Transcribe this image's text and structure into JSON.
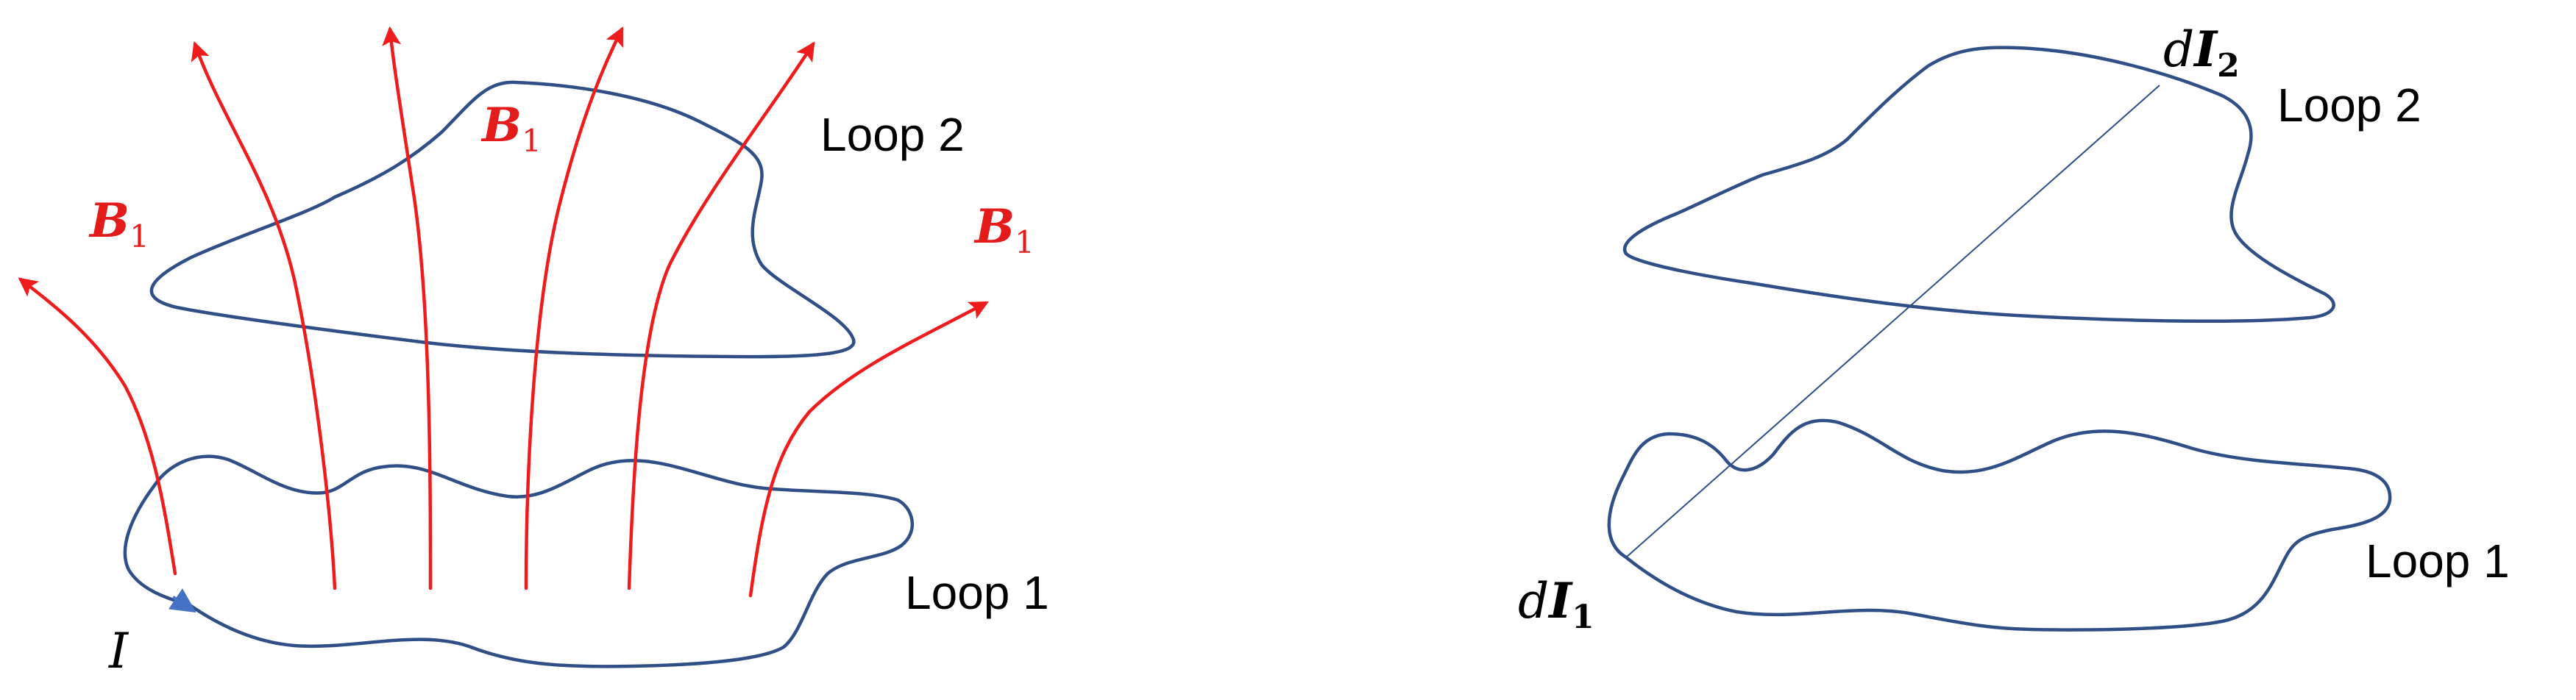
{
  "left_panel": {
    "loop1_label": "Loop 1",
    "loop2_label": "Loop 2",
    "current_label": "I",
    "field_label": {
      "symbol": "B",
      "subscript": "1"
    },
    "colors": {
      "loop": "#2f4f86",
      "field": "#ee1c1c",
      "text": "#000000"
    }
  },
  "right_panel": {
    "loop1_label": "Loop 1",
    "loop2_label": "Loop 2",
    "element1": {
      "d": "d",
      "symbol": "I",
      "subscript": "1"
    },
    "element2": {
      "d": "d",
      "symbol": "I",
      "subscript": "2"
    }
  }
}
